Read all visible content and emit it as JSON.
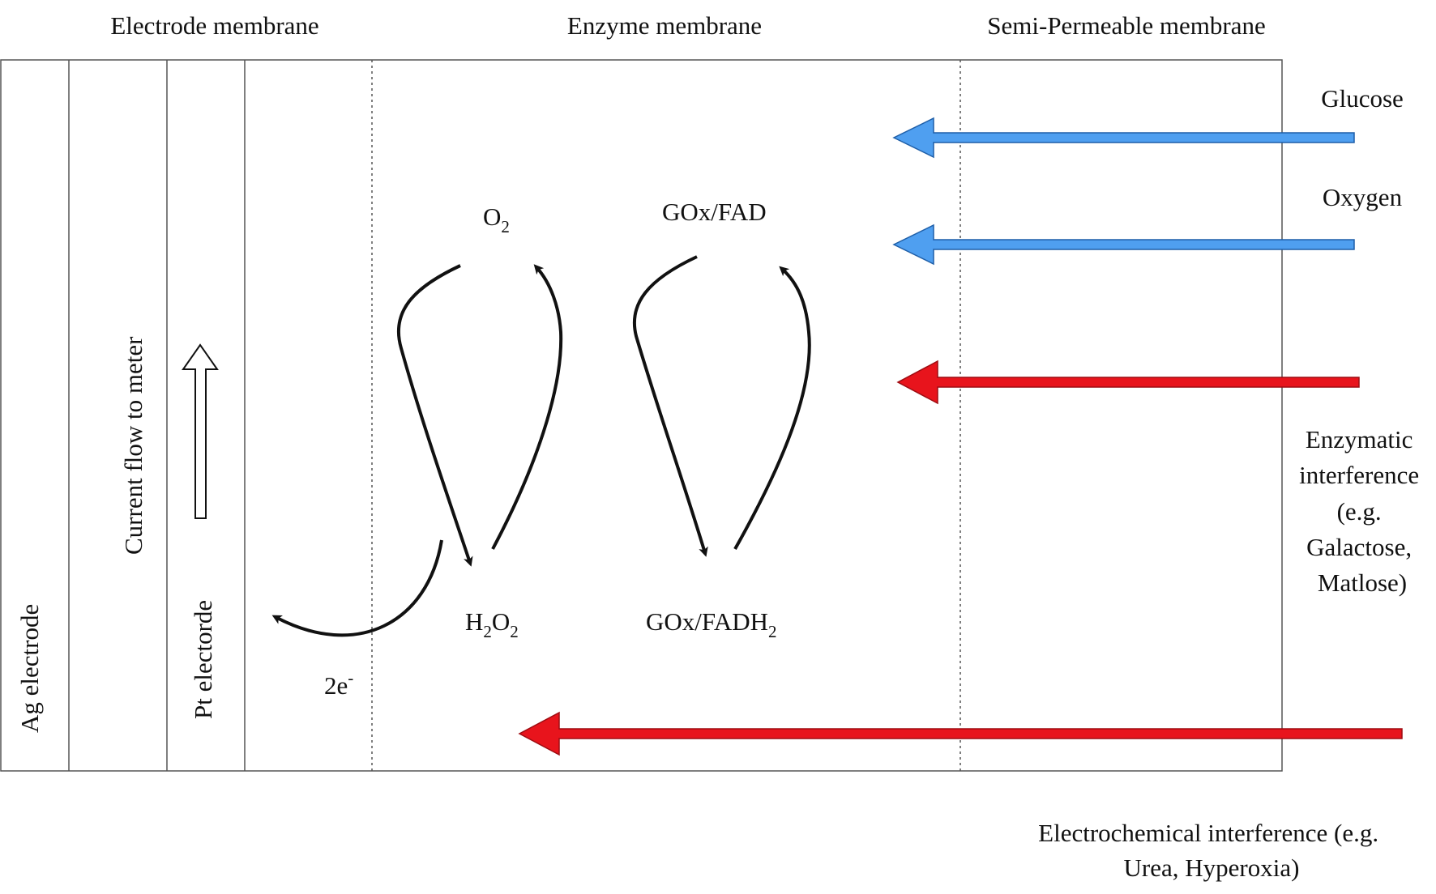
{
  "headers": {
    "electrode_membrane": "Electrode membrane",
    "enzyme_membrane": "Enzyme membrane",
    "semi_permeable_membrane": "Semi-Permeable membrane"
  },
  "electrode": {
    "ag_label": "Ag electrode",
    "current_label": "Current flow to meter",
    "pt_label": "Pt electorde"
  },
  "species": {
    "o2_main": "O",
    "o2_sub": "2",
    "h2o2_h": "H",
    "h2o2_sub1": "2",
    "h2o2_o": "O",
    "h2o2_sub2": "2",
    "gox_fad": "GOx/FAD",
    "gox_fadh_main": "GOx/FADH",
    "gox_fadh_sub": "2",
    "electrons_main": "2e",
    "electrons_sup": "-"
  },
  "inputs": {
    "glucose": "Glucose",
    "oxygen": "Oxygen",
    "enzymatic_line1": "Enzymatic",
    "enzymatic_line2": "interference",
    "enzymatic_line3": "(e.g.",
    "enzymatic_line4": "Galactose,",
    "enzymatic_line5": "Matlose)",
    "electrochemical_line1": "Electrochemical interference (e.g.",
    "electrochemical_line2": "Urea, Hyperoxia)"
  },
  "colors": {
    "blue_arrow": "#4f9ff0",
    "blue_arrow_stroke": "#1f5fa8",
    "red_arrow": "#e8141c",
    "red_arrow_stroke": "#9e0d12",
    "line": "#555555",
    "curve": "#111111"
  }
}
